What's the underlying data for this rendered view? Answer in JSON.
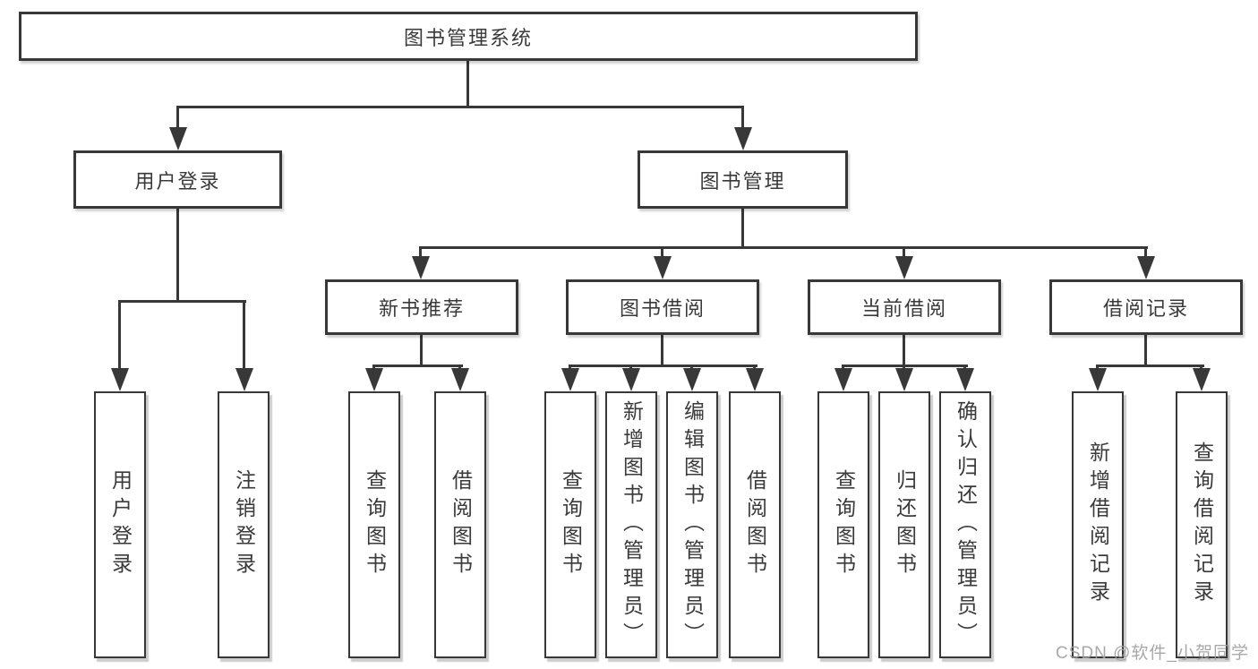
{
  "diagram_type": "hierarchy-tree",
  "tree": {
    "root": {
      "label": "图书管理系统"
    },
    "branches": [
      {
        "label": "用户登录",
        "children": [
          {
            "label": "用户登录"
          },
          {
            "label": "注销登录"
          }
        ]
      },
      {
        "label": "图书管理",
        "children": [
          {
            "label": "新书推荐",
            "children": [
              {
                "label": "查询图书"
              },
              {
                "label": "借阅图书"
              }
            ]
          },
          {
            "label": "图书借阅",
            "children": [
              {
                "label": "查询图书"
              },
              {
                "label": "新增图书（管理员）"
              },
              {
                "label": "编辑图书（管理员）"
              },
              {
                "label": "借阅图书"
              }
            ]
          },
          {
            "label": "当前借阅",
            "children": [
              {
                "label": "查询图书"
              },
              {
                "label": "归还图书"
              },
              {
                "label": "确认归还（管理员）"
              }
            ]
          },
          {
            "label": "借阅记录",
            "children": [
              {
                "label": "新增借阅记录"
              },
              {
                "label": "查询借阅记录"
              }
            ]
          }
        ]
      }
    ]
  },
  "watermark": {
    "text": "CSDN @软件_小贺同学"
  },
  "colors": {
    "line": "#383838",
    "box_border": "#383838",
    "text": "#3a3a3a",
    "watermark": "#9e9e9e",
    "background": "#ffffff"
  }
}
